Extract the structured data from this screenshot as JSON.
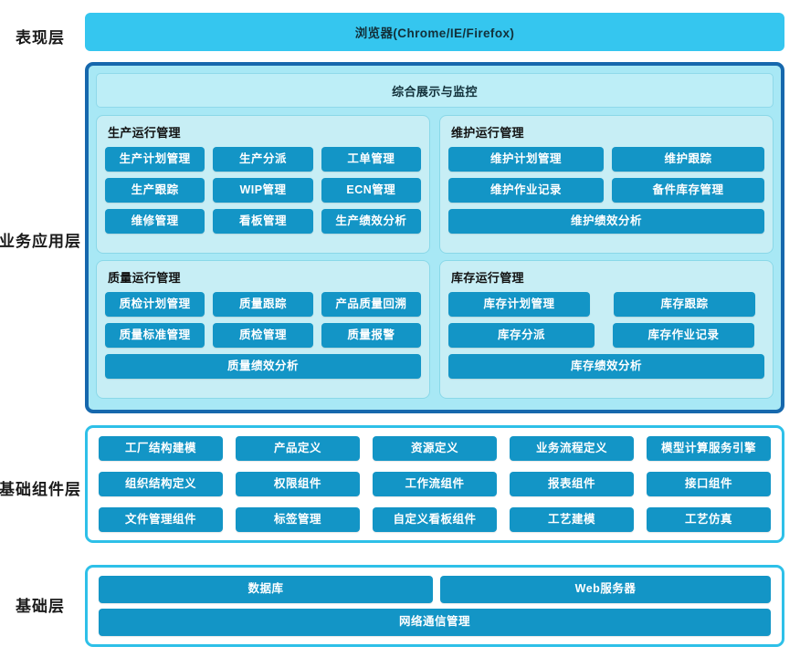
{
  "colors": {
    "browser_bar": "#35c6ef",
    "button_blue": "#1395c6",
    "biz_outer_border": "#1668ad",
    "biz_outer_fill": "#a8e8f5",
    "panel_fill": "#c7eef5",
    "monitor_fill": "#bdeef7",
    "component_border": "#2ec0e8",
    "label_text": "#1b1b1b"
  },
  "layers": {
    "presentation": {
      "label": "表现层"
    },
    "business": {
      "label": "业务应用层"
    },
    "components": {
      "label": "基础组件层"
    },
    "base": {
      "label": "基础层"
    }
  },
  "presentation": {
    "browser": "浏览器(Chrome/IE/Firefox)"
  },
  "business": {
    "monitor_bar": "综合展示与监控",
    "panels": [
      {
        "title": "生产运行管理",
        "rows": [
          {
            "layout": "c3",
            "items": [
              "生产计划管理",
              "生产分派",
              "工单管理"
            ]
          },
          {
            "layout": "c3",
            "items": [
              "生产跟踪",
              "WIP管理",
              "ECN管理"
            ]
          },
          {
            "layout": "c3",
            "items": [
              "维修管理",
              "看板管理",
              "生产绩效分析"
            ]
          }
        ]
      },
      {
        "title": "维护运行管理",
        "rows": [
          {
            "layout": "c2-a",
            "items": [
              "维护计划管理",
              "维护跟踪"
            ]
          },
          {
            "layout": "c2-a",
            "items": [
              "维护作业记录",
              "备件库存管理"
            ]
          },
          {
            "layout": "wide",
            "items": [
              "维护绩效分析"
            ]
          }
        ]
      },
      {
        "title": "质量运行管理",
        "rows": [
          {
            "layout": "c3",
            "items": [
              "质检计划管理",
              "质量跟踪",
              "产品质量回溯"
            ]
          },
          {
            "layout": "c3",
            "items": [
              "质量标准管理",
              "质检管理",
              "质量报警"
            ]
          },
          {
            "layout": "wide",
            "items": [
              "质量绩效分析"
            ]
          }
        ]
      },
      {
        "title": "库存运行管理",
        "rows": [
          {
            "layout": "c2-b",
            "items": [
              "库存计划管理",
              "库存跟踪"
            ]
          },
          {
            "layout": "c2-c",
            "items": [
              "库存分派",
              "库存作业记录"
            ]
          },
          {
            "layout": "wide",
            "items": [
              "库存绩效分析"
            ]
          }
        ]
      }
    ]
  },
  "components": {
    "rows": [
      [
        "工厂结构建模",
        "产品定义",
        "资源定义",
        "业务流程定义",
        "模型计算服务引擎"
      ],
      [
        "组织结构定义",
        "权限组件",
        "工作流组件",
        "报表组件",
        "接口组件"
      ],
      [
        "文件管理组件",
        "标签管理",
        "自定义看板组件",
        "工艺建模",
        "工艺仿真"
      ]
    ]
  },
  "base": {
    "row1": [
      "数据库",
      "Web服务器"
    ],
    "row2": [
      "网络通信管理"
    ]
  }
}
